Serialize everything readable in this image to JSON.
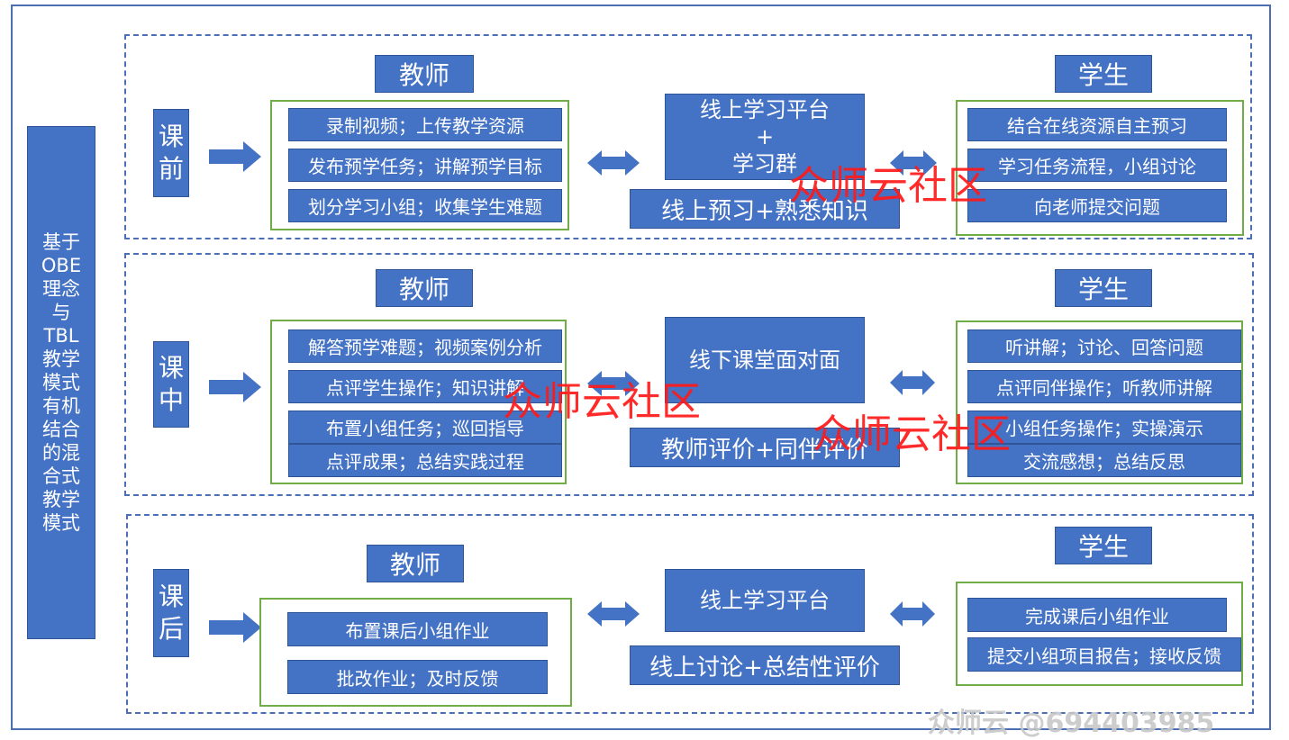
{
  "sidebar": {
    "text": "基于\nOBE\n理念\n与\nTBL\n教学\n模式\n有机\n结合\n的混\n合式\n教学\n模式"
  },
  "before": {
    "phase": "课\n前",
    "teacher_label": "教师",
    "student_label": "学生",
    "teacher_items": [
      "录制视频；上传教学资源",
      "发布预学任务；讲解预学目标",
      "划分学习小组；收集学生难题"
    ],
    "hub": "线上学习平台\n+\n学习群",
    "hub_sub": "线上预习+熟悉知识",
    "student_items": [
      "结合在线资源自主预习",
      "学习任务流程，小组讨论",
      "向老师提交问题"
    ]
  },
  "during": {
    "phase": "课\n中",
    "teacher_label": "教师",
    "student_label": "学生",
    "teacher_items": [
      "解答预学难题；视频案例分析",
      "点评学生操作；知识讲解",
      "布置小组任务；巡回指导",
      "点评成果；总结实践过程"
    ],
    "hub": "线下课堂面对面",
    "hub_sub": "教师评价+同伴评价",
    "student_items": [
      "听讲解；讨论、回答问题",
      "点评同伴操作；听教师讲解",
      "小组任务操作；实操演示",
      "交流感想；总结反思"
    ]
  },
  "after": {
    "phase": "课\n后",
    "teacher_label": "教师",
    "student_label": "学生",
    "teacher_items": [
      "布置课后小组作业",
      "批改作业；及时反馈"
    ],
    "hub": "线上学习平台",
    "hub_sub": "线上讨论+总结性评价",
    "student_items": [
      "完成课后小组作业",
      "提交小组项目报告；接收反馈"
    ]
  },
  "watermarks": {
    "main": "众师云社区",
    "corner": "众师云 @694403985"
  },
  "colors": {
    "box": "#4472c4",
    "group_border": "#70ad47",
    "dash_border": "#4a6fb5",
    "watermark": "#ff1a1a"
  }
}
